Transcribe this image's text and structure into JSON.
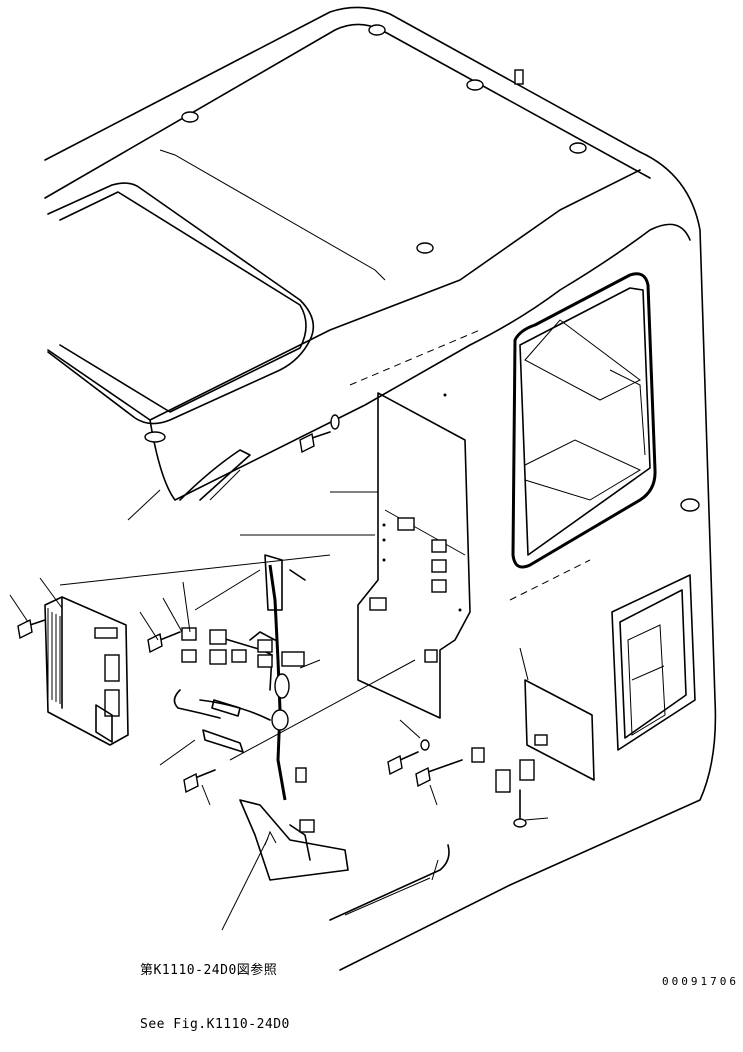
{
  "reference": {
    "line_ja": "第K1110-24D0図参照",
    "line_en": "See Fig.K1110-24D0"
  },
  "document_number": "00091706"
}
